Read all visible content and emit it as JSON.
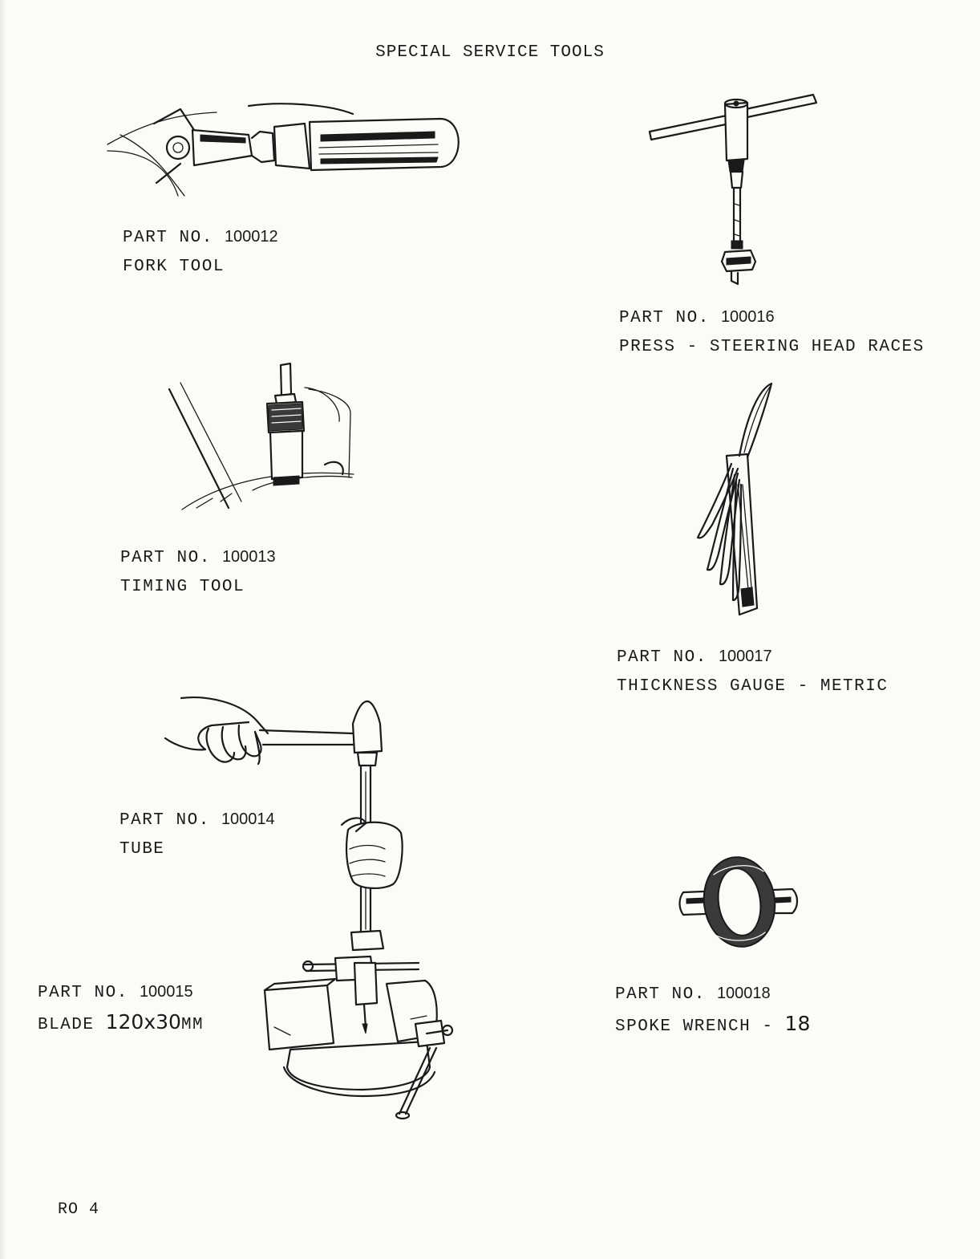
{
  "page": {
    "title": "SPECIAL SERVICE TOOLS",
    "footer": "RO 4"
  },
  "tools": [
    {
      "part_label": "PART NO.",
      "part_number": "100012",
      "name": "FORK TOOL",
      "icon": "fork-tool-icon"
    },
    {
      "part_label": "PART NO.",
      "part_number": "100016",
      "name": "PRESS - STEERING HEAD RACES",
      "icon": "steering-head-press-icon"
    },
    {
      "part_label": "PART NO.",
      "part_number": "100013",
      "name": "TIMING TOOL",
      "icon": "timing-tool-icon"
    },
    {
      "part_label": "PART NO.",
      "part_number": "100017",
      "name": "THICKNESS GAUGE - METRIC",
      "icon": "thickness-gauge-icon"
    },
    {
      "part_label": "PART NO.",
      "part_number": "100014",
      "name": "TUBE",
      "icon": "hammer-tube-icon"
    },
    {
      "part_label": "PART NO.",
      "part_number": "100015",
      "name_prefix": "BLADE",
      "name_size": "120x30",
      "name_unit": "MM",
      "icon": "bench-vise-icon"
    },
    {
      "part_label": "PART NO.",
      "part_number": "100018",
      "name_prefix": "SPOKE WRENCH -",
      "name_size": "18",
      "icon": "spoke-wrench-icon"
    }
  ]
}
